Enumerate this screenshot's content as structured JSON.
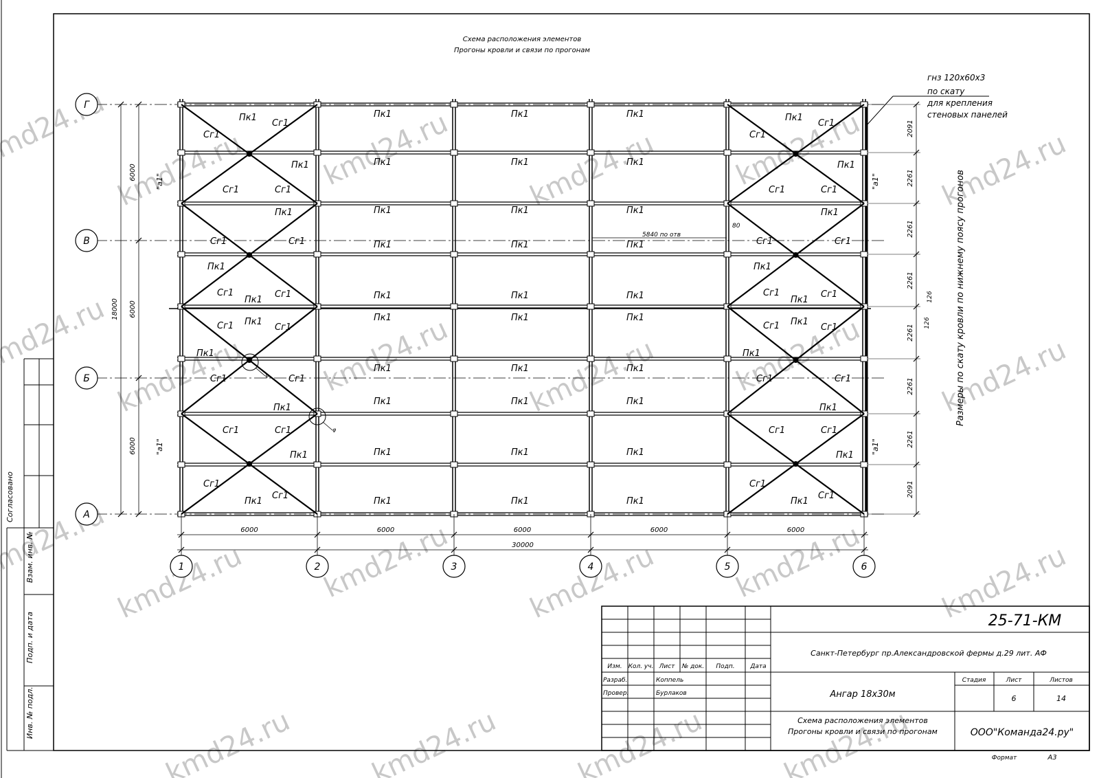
{
  "title": {
    "line1": "Схема расположения элементов",
    "line2": "Прогоны кровли и связи  по прогонам"
  },
  "axes_letters": [
    "Г",
    "В",
    "Б",
    "А"
  ],
  "axes_numbers": [
    "1",
    "2",
    "3",
    "4",
    "5",
    "6"
  ],
  "labels": {
    "purlin": "Пк1",
    "brace": "Сг1",
    "node_mark": "\"а1\"",
    "dim_5840": "5840 по отв",
    "dim_80": "80",
    "dim_126": "126",
    "callout_d": "φ"
  },
  "dims": {
    "bottom_spans": [
      "6000",
      "6000",
      "6000",
      "6000",
      "6000"
    ],
    "bottom_total": "30000",
    "left_spans": [
      "6000",
      "6000",
      "6000"
    ],
    "left_total": "18000",
    "right_spans": [
      "2091",
      "2261",
      "2261",
      "2261",
      "2261",
      "2261",
      "2261",
      "2091"
    ]
  },
  "notes": {
    "top_right": [
      "гнз 120х60х3",
      "по  скату",
      "для крепления",
      "стеновых панелей"
    ],
    "right_vertical": "Размеры по скату кровли по нижнему поясу прогонов"
  },
  "stamp": {
    "code": "25-71-КМ",
    "address": "Санкт-Петербург пр.Александровской фермы д.29 лит. АФ",
    "headers": [
      "Изм.",
      "Кол. уч.",
      "Лист",
      "№ док.",
      "Подп.",
      "Дата"
    ],
    "rows": [
      {
        "role": "Разраб.",
        "name": "Коппель"
      },
      {
        "role": "Провер.",
        "name": "Бурлаков"
      }
    ],
    "object": "Ангар 18х30м",
    "sheet_title_1": "Схема расположения элементов",
    "sheet_title_2": "Прогоны кровли и связи  по прогонам",
    "stage_label": "Стадия",
    "sheet_label": "Лист",
    "sheets_label": "Листов",
    "sheet": "6",
    "sheets": "14",
    "company": "ООО\"Команда24.ру\"",
    "format_label": "Формат",
    "format": "А3"
  },
  "side_stamp": {
    "agreed": "Согласовано",
    "inv_vzam": "Взам. инв. №",
    "sign_date": "Подп. и дата",
    "inv_orig": "Инв. № подл."
  },
  "watermark": "kmd24.ru"
}
